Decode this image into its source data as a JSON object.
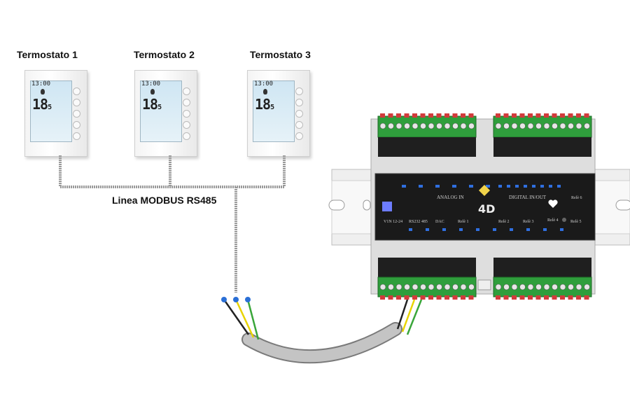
{
  "thermostats": [
    {
      "label": "Termostato 1",
      "time": "13:00",
      "temp": "18",
      "decimal": "5"
    },
    {
      "label": "Termostato 2",
      "time": "13:00",
      "temp": "18",
      "decimal": "5"
    },
    {
      "label": "Termostato 3",
      "time": "13:00",
      "temp": "18",
      "decimal": "5"
    }
  ],
  "bus_label": "Linea MODBUS RS485",
  "device": {
    "logo": "4D",
    "section_analog": "ANALOG IN",
    "section_digital": "DIGITAL IN/OUT",
    "labels": [
      "V1N 12-24",
      "RS232 485",
      "DAC",
      "Relè 1",
      "Relè 2",
      "Relè 3",
      "Relè 4",
      "Relè 5",
      "Relè 6"
    ]
  },
  "colors": {
    "wire": "#9a9a9a",
    "cable": "#bdbdbd",
    "terminal_green": "#2f9e3c",
    "terminal_red": "#d23b3b",
    "board": "#1a1a1a"
  }
}
